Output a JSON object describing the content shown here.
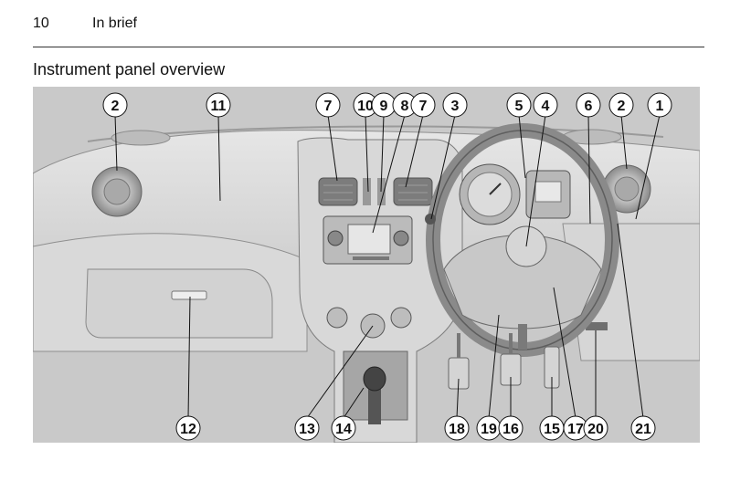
{
  "header": {
    "page_number": "10",
    "section_title": "In brief"
  },
  "heading": "Instrument panel overview",
  "figure": {
    "callouts_top": [
      "2",
      "11",
      "7",
      "10",
      "9",
      "8",
      "7",
      "3",
      "5",
      "4",
      "6",
      "2",
      "1"
    ],
    "callouts_bottom": [
      "12",
      "13",
      "14",
      "18",
      "19",
      "16",
      "15",
      "17",
      "20",
      "21"
    ]
  }
}
